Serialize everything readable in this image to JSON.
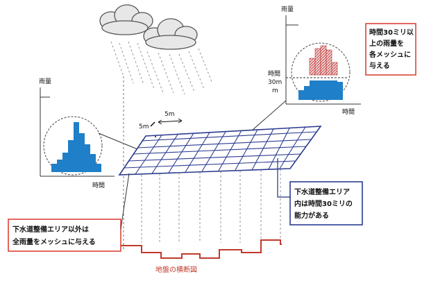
{
  "labels": {
    "top_axis_y": "雨量",
    "top_axis_x": "時間",
    "left_axis_y": "雨量",
    "left_axis_x": "時間",
    "threshold_line1": "時間",
    "threshold_line2": "30m",
    "threshold_line3": "m",
    "mesh_size_x": "5m",
    "mesh_size_y": "5m",
    "ground_cross_section": "地盤の横断図"
  },
  "callouts": {
    "top_right": [
      "時間30ミリ以",
      "上の雨量を",
      "各メッシュに",
      "与える"
    ],
    "bottom_left": [
      "下水道整備エリア以外は",
      "全雨量をメッシュに与える"
    ],
    "bottom_right": [
      "下水道整備エリア",
      "内は時間30ミリの",
      "能力がある"
    ]
  },
  "colors": {
    "rain_bar": "#1f7fc8",
    "excess_bar": "#d77070",
    "mesh_line": "#2a3a8f",
    "callout_border": "#d8352a",
    "callout_border_blue": "#1b2f8a",
    "ground_line": "#c0392b"
  },
  "hyetograph_top": {
    "below_threshold": [
      1,
      2,
      3,
      3,
      3,
      2,
      1
    ],
    "above_threshold": [
      0,
      1,
      4,
      5,
      4,
      2,
      0
    ]
  },
  "hyetograph_left": {
    "bars": [
      1,
      2,
      4,
      6,
      9,
      7,
      5,
      3,
      1
    ]
  },
  "ground_profile": [
    1,
    2,
    1,
    1,
    1,
    1,
    2,
    3,
    2,
    3,
    1,
    2
  ]
}
